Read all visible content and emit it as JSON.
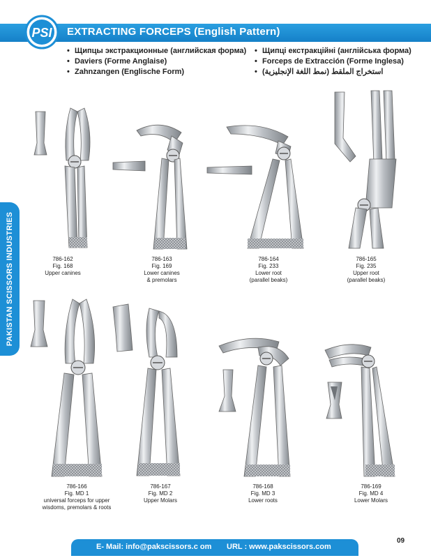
{
  "header": {
    "logo_text": "PSI",
    "title": "EXTRACTING FORCEPS (English Pattern)",
    "languages_left": [
      "Щипцы экстракционные (английская форма)",
      "Daviers (Forme Anglaise)",
      "Zahnzangen (Englische Form)"
    ],
    "languages_right": [
      "Щипці екстракційні (англійська форма)",
      "Forceps de Extracción (Forme Inglesa)",
      "استخراج الملقط (نمط اللغة الإنجليزية)"
    ],
    "bullet": "•"
  },
  "sidebar": {
    "company": "PAKISTAN SCISSORS INDUSTRIES"
  },
  "products": [
    {
      "code": "786-162",
      "fig": "Fig. 168",
      "desc": [
        "Upper canines"
      ]
    },
    {
      "code": "786-163",
      "fig": "Fig. 169",
      "desc": [
        "Lower canines",
        "& premolars"
      ]
    },
    {
      "code": "786-164",
      "fig": "Fig. 233",
      "desc": [
        "Lower root",
        "(parallel beaks)"
      ]
    },
    {
      "code": "786-165",
      "fig": "Fig. 235",
      "desc": [
        "Upper root",
        "(parallel beaks)"
      ]
    },
    {
      "code": "786-166",
      "fig": "Fig. MD 1",
      "desc": [
        "universal forceps for upper",
        "wisdoms, premolars & roots"
      ]
    },
    {
      "code": "786-167",
      "fig": "Fig. MD 2",
      "desc": [
        "Upper Molars"
      ]
    },
    {
      "code": "786-168",
      "fig": "Fig. MD 3",
      "desc": [
        "Lower roots"
      ]
    },
    {
      "code": "786-169",
      "fig": "Fig. MD 4",
      "desc": [
        "Lower Molars"
      ]
    }
  ],
  "footer": {
    "email": "E- Mail: info@pakscissors.c om",
    "url": "URL  :  www.pakscissors.com",
    "page_number": "09"
  },
  "colors": {
    "brand_blue": "#1d8fd6",
    "steel": "#b8bcc2"
  }
}
